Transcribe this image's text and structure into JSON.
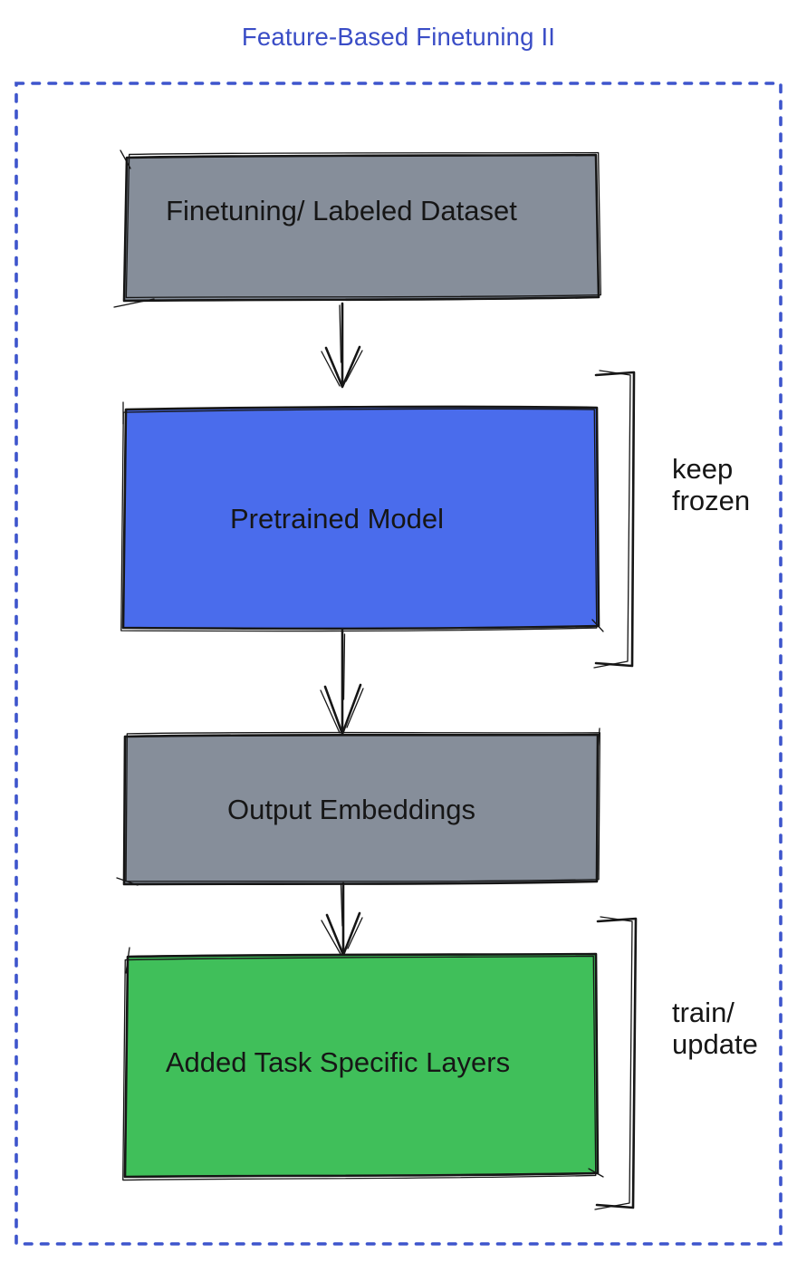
{
  "title": {
    "text": "Feature-Based Finetuning II",
    "color": "#3a4dc6"
  },
  "frame": {
    "border_color": "#3e55cc",
    "style": "dashed"
  },
  "flow": {
    "ink_color": "#161616",
    "nodes": [
      {
        "label": "Finetuning/ Labeled Dataset",
        "fill": "#868e9a"
      },
      {
        "label": "Pretrained Model",
        "fill": "#4a6cec"
      },
      {
        "label": "Output Embeddings",
        "fill": "#868e9a"
      },
      {
        "label": "Added Task Specific Layers",
        "fill": "#40bf5a"
      }
    ],
    "annotations": [
      {
        "attached_to": "Pretrained Model",
        "line1": "keep",
        "line2": "frozen"
      },
      {
        "attached_to": "Added Task Specific Layers",
        "line1": "train/",
        "line2": "update"
      }
    ]
  }
}
